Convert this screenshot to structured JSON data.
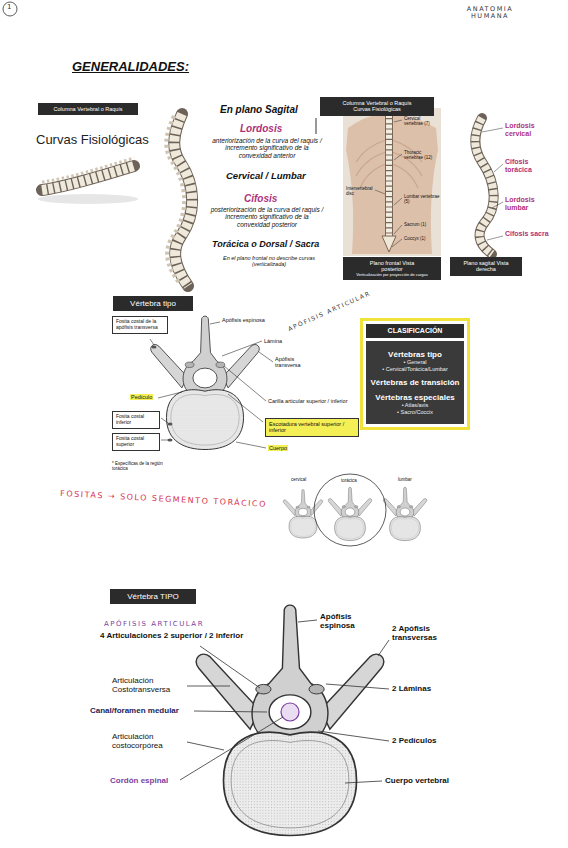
{
  "diagram": {
    "title": "GENERALIDADES:",
    "nodes": [
      {
        "text": [
          "Columna Vertebral o Raquis"
        ]
      },
      {
        "text": [
          "Columna Vertebral o Raquis Curvas Fisiológicas"
        ]
      },
      {
        "text": [
          "Plano frontal Vista posterior",
          "Verticalización por proyección de cargas"
        ]
      },
      {
        "text": [
          "Plano sagital Vista derecha"
        ]
      },
      {
        "text": [
          "Vértebra tipo"
        ]
      },
      {
        "text": [
          "Fosita costal de la apófisis transversa"
        ]
      },
      {
        "text": [
          "Fosita costal inferior"
        ]
      },
      {
        "text": [
          "Fosita costal superior"
        ]
      },
      {
        "text": [
          "Escotadura vertebral superior / inferior"
        ]
      },
      {
        "text": [
          "CLASIFICACIÓN"
        ]
      },
      {
        "text": [
          "Vértebras tipo",
          "• General",
          "• Cervical/Torácica/Lumbar",
          "Vértebras de transición",
          "Vértebras especiales",
          "• Atlas/axis",
          "• Sacro/Coccix"
        ],
        "in": 9
      },
      {
        "text": [
          "Vértebra TIPO"
        ]
      }
    ],
    "labels": [
      "1",
      "ANATOMIA HUMANA",
      "Curvas Fisiológicas",
      "En plano Sagital",
      "Lordosis",
      "anteriorización de la curva del raquis / incremento significativo de la convexidad anterior",
      "Cervical / Lumbar",
      "Cifosis",
      "posteriorización de la curva del raquis / incremento significativo de la convexidad posterior",
      "Torácica o Dorsal / Sacra",
      "En el plano frontal no describe curvas (verticalizada)",
      "Cervical vertebrae (7)",
      "Thoracic vertebrae (12)",
      "Intervertebral disc",
      "Lumbar vertebrae (5)",
      "Sacrum (1)",
      "Coccyx (1)",
      "Lordosis cervical",
      "Cifosis torácica",
      "Lordosis lumbar",
      "Cifosis sacra",
      "Apófisis espinosa",
      "Lámina",
      "APÓFISIS ARTICULAR",
      "Apófisis transversa",
      "Pedículo",
      "Carilla articular superior / inferior",
      "Cuerpo",
      "* Específicas de la región torácica",
      "FOSITAS → SOLO SEGMENTO TORÁCICO",
      "cervical",
      "torácica",
      "lumbar",
      "APÓFISIS ARTICULAR",
      "4 Articulaciones 2 superior / 2 inferior",
      "Articulación Costotransversa",
      "Canal/foramen medular",
      "Articulación costocorpórea",
      "Cordón espinal",
      "Apófisis espinosa",
      "2 Apófisis transversas",
      "2 Láminas",
      "2 Pedículos",
      "Cuerpo vertebral"
    ]
  }
}
